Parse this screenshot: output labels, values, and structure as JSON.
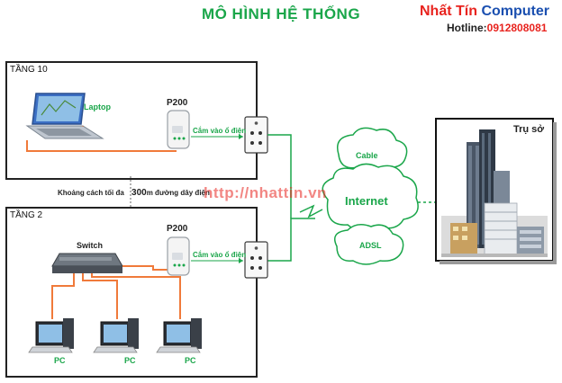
{
  "header": {
    "title": "MÔ HÌNH HỆ THỐNG",
    "brand_part1": "Nhất Tín",
    "brand_part2": "Computer",
    "hotline_label": "Hotline:",
    "hotline_number": "0912808081"
  },
  "floor10": {
    "label": "TẦNG 10",
    "laptop_label": "Laptop",
    "adapter_label": "P200",
    "outlet_label": "Cắm vào ổ điện"
  },
  "floor2": {
    "label": "TẦNG 2",
    "switch_label": "Switch",
    "adapter_label": "P200",
    "outlet_label": "Cắm vào ổ điện",
    "pcs": [
      "PC",
      "PC",
      "PC"
    ]
  },
  "distance": {
    "text_before": "Khoảng cách tối đa",
    "value": "300",
    "text_after": "m đường dây điện"
  },
  "watermark": "http://nhattin.vn",
  "network": {
    "cable_label": "Cable",
    "internet_label": "Internet",
    "adsl_label": "ADSL"
  },
  "hq": {
    "label": "Trụ sở"
  },
  "colors": {
    "green": "#1aa64a",
    "red": "#e8231e",
    "blue": "#1a4fb0",
    "cable_orange": "#f07a3a"
  }
}
